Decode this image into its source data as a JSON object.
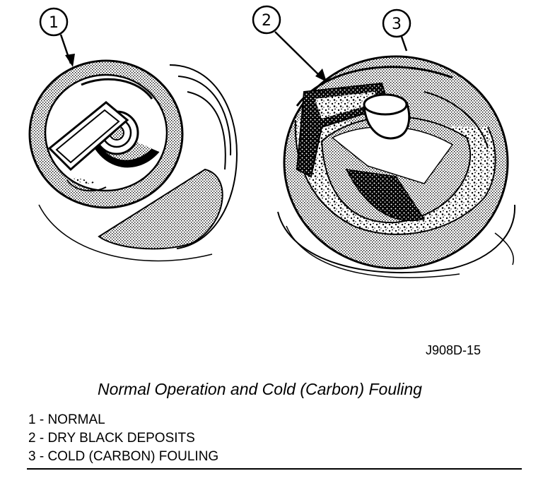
{
  "callouts": [
    "1",
    "2",
    "3"
  ],
  "figure_code": "J908D-15",
  "caption": "Normal Operation and Cold (Carbon) Fouling",
  "legend": [
    "1 - NORMAL",
    "2 - DRY BLACK DEPOSITS",
    "3 - COLD (CARBON) FOULING"
  ],
  "colors": {
    "ink": "#000000",
    "paper": "#ffffff",
    "shade": "#c8c8c8"
  }
}
